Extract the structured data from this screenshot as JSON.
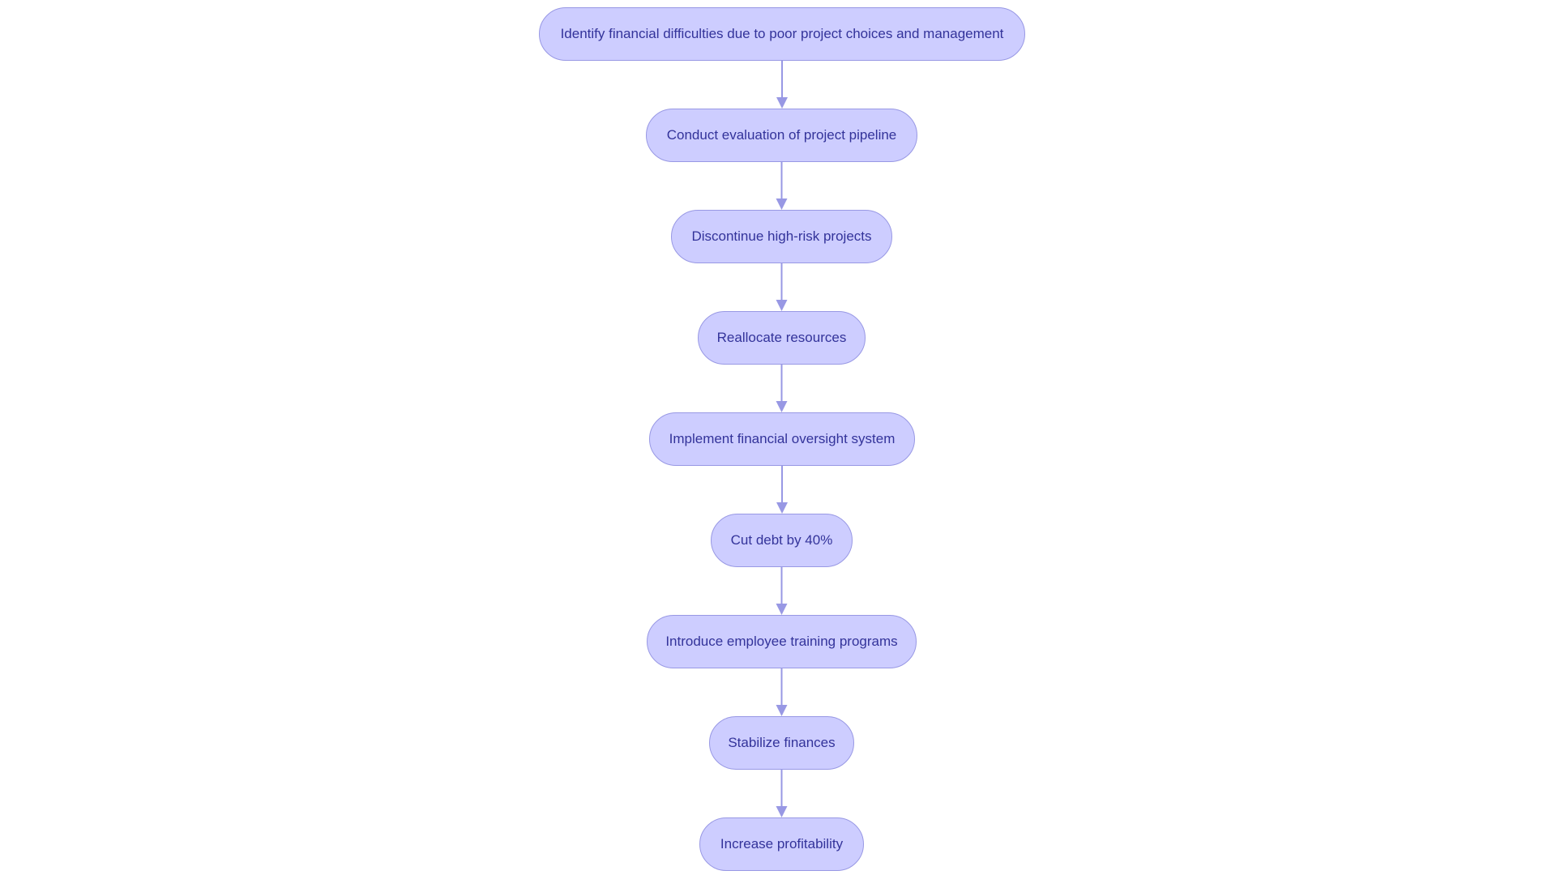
{
  "diagram": {
    "type": "flowchart",
    "direction": "top-to-bottom",
    "colors": {
      "node_fill": "#CDCDFF",
      "node_border": "#9898E4",
      "node_text": "#33339A",
      "edge": "#9898E4",
      "background": "#FFFFFF"
    },
    "nodes": [
      {
        "id": "n0",
        "label": "Identify financial difficulties due to poor project choices and management"
      },
      {
        "id": "n1",
        "label": "Conduct evaluation of project pipeline"
      },
      {
        "id": "n2",
        "label": "Discontinue high-risk projects"
      },
      {
        "id": "n3",
        "label": "Reallocate resources"
      },
      {
        "id": "n4",
        "label": "Implement financial oversight system"
      },
      {
        "id": "n5",
        "label": "Cut debt by 40%"
      },
      {
        "id": "n6",
        "label": "Introduce employee training programs"
      },
      {
        "id": "n7",
        "label": "Stabilize finances"
      },
      {
        "id": "n8",
        "label": "Increase profitability"
      }
    ],
    "edges": [
      {
        "from": "n0",
        "to": "n1"
      },
      {
        "from": "n1",
        "to": "n2"
      },
      {
        "from": "n2",
        "to": "n3"
      },
      {
        "from": "n3",
        "to": "n4"
      },
      {
        "from": "n4",
        "to": "n5"
      },
      {
        "from": "n5",
        "to": "n6"
      },
      {
        "from": "n6",
        "to": "n7"
      },
      {
        "from": "n7",
        "to": "n8"
      }
    ]
  }
}
